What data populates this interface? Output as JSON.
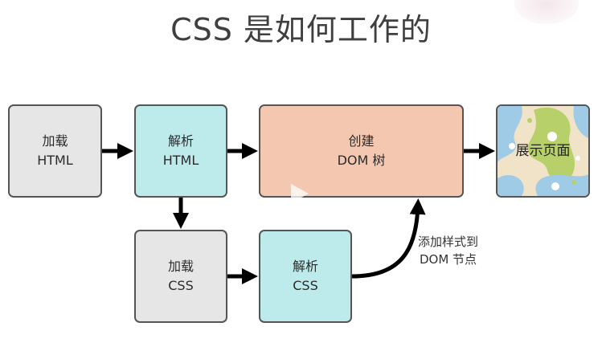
{
  "title": "CSS 是如何工作的",
  "nodes": {
    "load_html": {
      "line1": "加载",
      "line2": "HTML"
    },
    "parse_html": {
      "line1": "解析",
      "line2": "HTML"
    },
    "create_dom": {
      "line1": "创建",
      "line2": "DOM 树"
    },
    "display_page": {
      "label": "展示页面"
    },
    "load_css": {
      "line1": "加载",
      "line2": "CSS"
    },
    "parse_css": {
      "line1": "解析",
      "line2": "CSS"
    }
  },
  "edge_label": {
    "line1": "添加样式到",
    "line2": "DOM 节点"
  },
  "colors": {
    "load": "#e6e6e6",
    "parse": "#bdebec",
    "dom": "#f4c8b0",
    "border": "#555555",
    "arrow": "#000000"
  }
}
